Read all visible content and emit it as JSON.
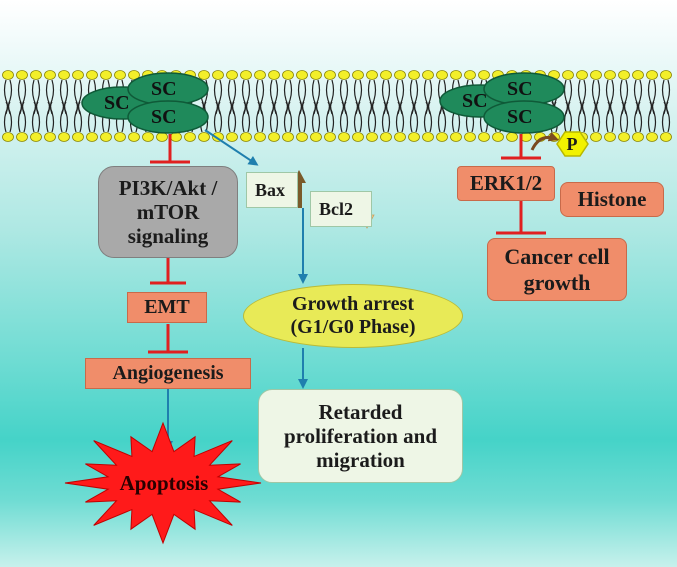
{
  "sc_clusters": [
    {
      "labels": [
        "SC",
        "SC",
        "SC"
      ]
    },
    {
      "labels": [
        "SC",
        "SC",
        "SC"
      ]
    }
  ],
  "nodes": {
    "pi3k": "PI3K/Akt / mTOR signaling",
    "emt": "EMT",
    "angiogenesis": "Angiogenesis",
    "apoptosis": "Apoptosis",
    "bax": "Bax",
    "bcl2": "Bcl2",
    "growth_arrest_line1": "Growth arrest",
    "growth_arrest_line2": "(G1/G0 Phase)",
    "retarded": "Retarded proliferation and migration",
    "phospho": "P",
    "erk": "ERK1/2",
    "histone": "Histone",
    "cancer": "Cancer cell growth"
  },
  "colors": {
    "sc_green": "#1f8a5b",
    "inhibit_red": "#e02020",
    "arrow_blue": "#1f7fae",
    "bax_up": "#7a5a2a",
    "bcl2_down": "#f5c98a",
    "phospho_yellow": "#f2f200",
    "apoptosis_red": "#ff1a1a"
  }
}
